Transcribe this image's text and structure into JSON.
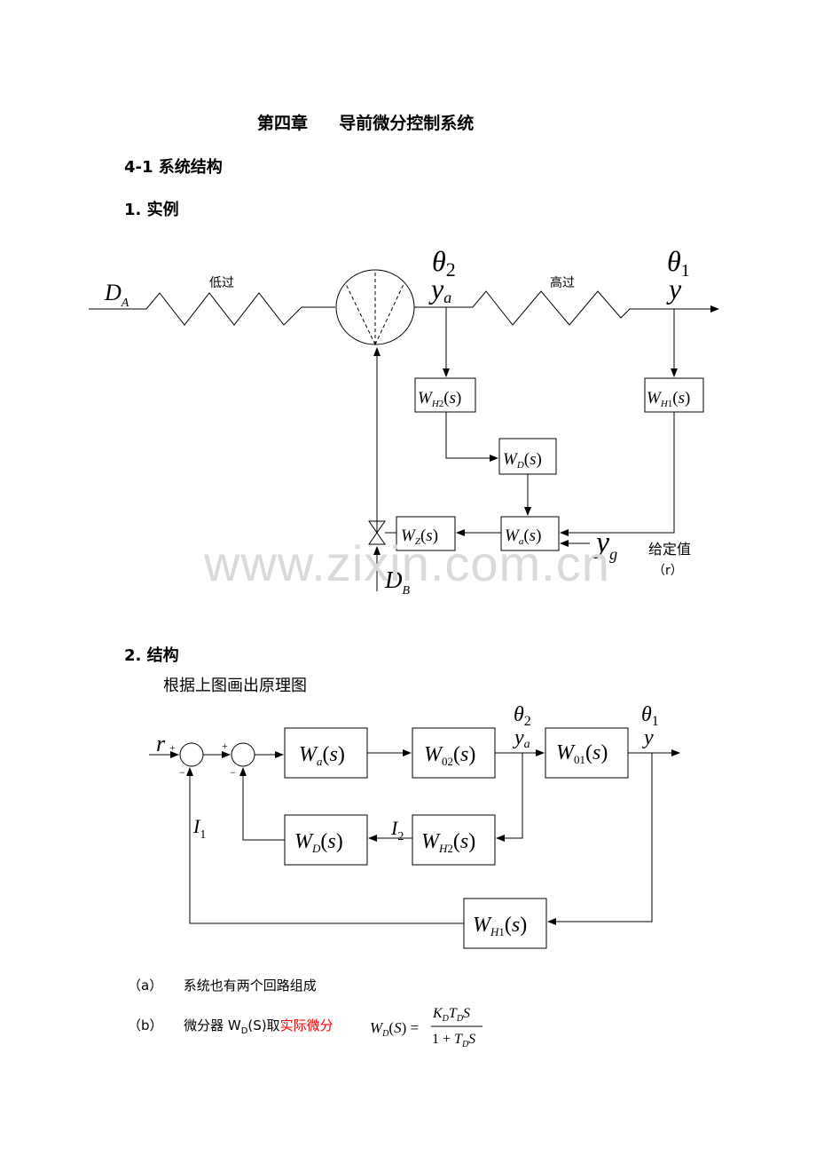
{
  "heading": {
    "chapter": "第四章",
    "title": "导前微分控制系统"
  },
  "section_4_1": "4-1  系统结构",
  "item_1": "1.  实例",
  "item_2": "2.  结构",
  "structure_desc": "根据上图画出原理图",
  "watermark": "www.zixin.com.cn",
  "diagram1": {
    "low_label": "低过",
    "high_label": "高过",
    "setpoint_label": "给定值",
    "setpoint_symbol": "（r）"
  },
  "notes": {
    "a_marker": "（a）",
    "a_text": "系统也有两个回路组成",
    "b_marker": "（b）",
    "b_text_prefix": "微分器 W",
    "b_sub": "D",
    "b_text_mid": "(S)取",
    "b_red": "实际微分"
  }
}
